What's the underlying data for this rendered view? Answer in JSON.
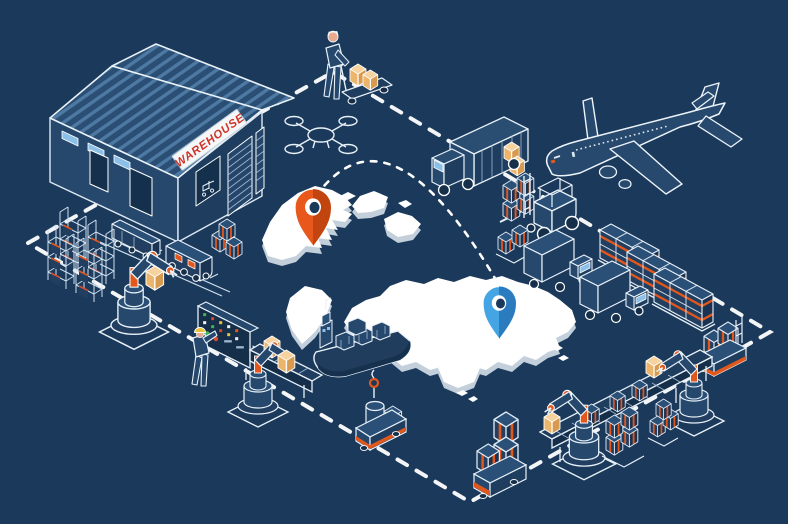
{
  "scene": {
    "type": "isometric-logistics-supply-chain-illustration",
    "warehouse_sign": {
      "label": "WAREHOUSE",
      "text_color": "#cf3428",
      "bg": "#ffffff"
    },
    "colors": {
      "background": "#1b395b",
      "line": "#ffffff",
      "accent_orange": "#e2571b",
      "pin_origin": "#e8581c",
      "pin_origin_shade": "#c2440e",
      "pin_destination": "#45a4e4",
      "pin_destination_shade": "#2a7cbf",
      "box_tan": "#edb56b",
      "map_white": "#ffffff",
      "map_side": "#c3cfdb",
      "building_fill": "#26486d",
      "roof_stripe": "#4d79a2",
      "hat_yellow": "#e8c23a",
      "window_blue": "#8cc0e8"
    },
    "routes": {
      "shipping_arc": {
        "style": "dashed",
        "from": "origin-pin-orange",
        "to": "destination-pin-blue"
      },
      "perimeter_loop": {
        "style": "dashed-diamond"
      }
    },
    "elements": [
      {
        "id": "warehouse",
        "label": "Warehouse building"
      },
      {
        "id": "worker-hand-truck",
        "label": "Worker pushing hand truck with boxes"
      },
      {
        "id": "delivery-drone",
        "label": "Delivery drone"
      },
      {
        "id": "box-truck",
        "label": "Delivery truck loaded with boxes"
      },
      {
        "id": "cargo-plane",
        "label": "Cargo airplane"
      },
      {
        "id": "forklift",
        "label": "Forklift carrying pallets"
      },
      {
        "id": "crate-rows",
        "label": "Strapped crate rows on dollies"
      },
      {
        "id": "semi-trucks",
        "label": "Two semi trucks"
      },
      {
        "id": "agv-stacker",
        "label": "Automated pallet stacker"
      },
      {
        "id": "world-map",
        "label": "White 3D world map"
      },
      {
        "id": "origin-pin",
        "label": "Orange origin location pin"
      },
      {
        "id": "destination-pin",
        "label": "Blue destination location pin"
      },
      {
        "id": "cargo-ship",
        "label": "Container ship"
      },
      {
        "id": "agv-beacon",
        "label": "AGV with scanner mast and hook"
      },
      {
        "id": "agv-crates",
        "label": "AGV carrying strapped crates"
      },
      {
        "id": "conveyor-right",
        "label": "Outbound conveyor with two robot arms"
      },
      {
        "id": "pallet-stacks",
        "label": "Palletized crate stacks"
      },
      {
        "id": "robot-arm-left",
        "label": "Robotic arm holding box"
      },
      {
        "id": "robot-arm-line",
        "label": "Robotic arm at packing line"
      },
      {
        "id": "control-console",
        "label": "Control console with indicator buttons"
      },
      {
        "id": "console-operator",
        "label": "Operator with yellow hard hat"
      },
      {
        "id": "conveyor-left",
        "label": "Packing conveyor with boxes"
      },
      {
        "id": "storage-racks",
        "label": "Tall storage racks"
      },
      {
        "id": "freight-train",
        "label": "Freight train with containers"
      }
    ]
  }
}
